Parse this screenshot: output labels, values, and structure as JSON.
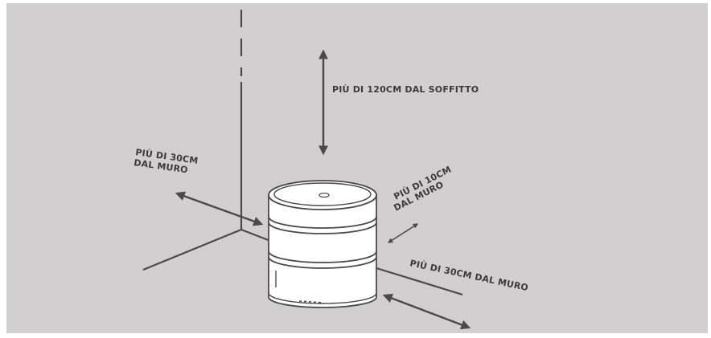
{
  "labels": {
    "ceiling": "PIÙ DI 120CM DAL SOFFITTO",
    "left_wall_line1": "PIÙ DI 30CM",
    "left_wall_line2": "DAL MURO",
    "back_wall_line1": "PIÙ DI 10CM",
    "back_wall_line2": "DAL MURO",
    "right_wall": "PIÙ DI 30CM DAL MURO"
  },
  "colors": {
    "background": "#d1cfd0",
    "line": "#4a4a4a",
    "device_fill": "#ffffff"
  }
}
